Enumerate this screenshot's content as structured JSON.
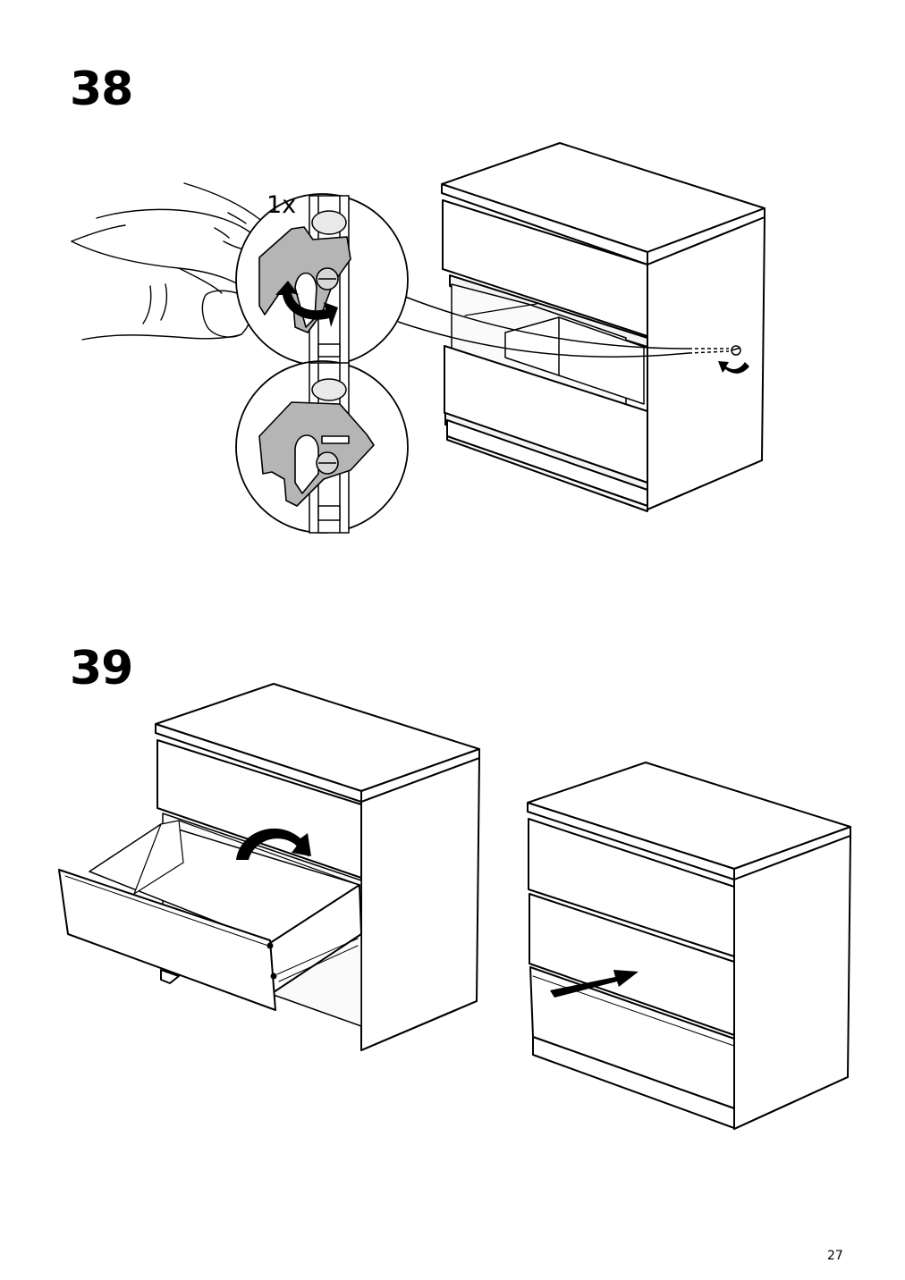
{
  "steps": [
    {
      "number": "38",
      "quantity_label": "1x"
    },
    {
      "number": "39"
    }
  ],
  "page_number": "27"
}
